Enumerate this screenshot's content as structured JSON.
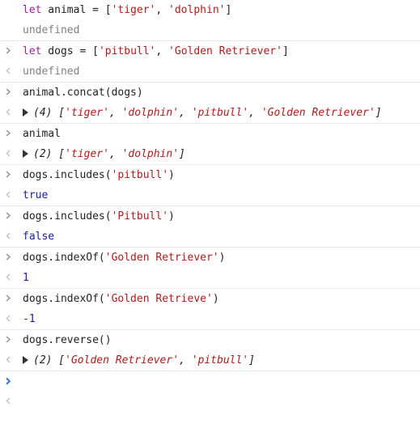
{
  "colors": {
    "keyword": "#a1209a",
    "string": "#b01a1a",
    "undefined": "#808080",
    "boolean_number": "#1a1aa6",
    "prompt_active": "#1a73e8",
    "gutter": "#8a8a8a"
  },
  "icons": {
    "input": "chevron-right-icon",
    "output": "chevron-left-icon",
    "expand": "triangle-right-icon"
  },
  "entries": [
    {
      "input": {
        "kw": "let",
        "code1": " animal = [",
        "s1": "'tiger'",
        "sep": ", ",
        "s2": "'dolphin'",
        "code2": "]"
      },
      "output": "undefined"
    },
    {
      "input": {
        "kw": "let",
        "code1": " dogs = [",
        "s1": "'pitbull'",
        "sep": ", ",
        "s2": "'Golden Retriever'",
        "code2": "]"
      },
      "output": "undefined"
    },
    {
      "input": "animal.concat(dogs)",
      "output": {
        "count": "(4)",
        "open": " [",
        "items": [
          "'tiger'",
          "'dolphin'",
          "'pitbull'",
          "'Golden Retriever'"
        ],
        "close": "]"
      }
    },
    {
      "input": "animal",
      "output": {
        "count": "(2)",
        "open": " [",
        "items": [
          "'tiger'",
          "'dolphin'"
        ],
        "close": "]"
      }
    },
    {
      "input": {
        "code1": "dogs.includes(",
        "s1": "'pitbull'",
        "code2": ")"
      },
      "output": "true"
    },
    {
      "input": {
        "code1": "dogs.includes(",
        "s1": "'Pitbull'",
        "code2": ")"
      },
      "output": "false"
    },
    {
      "input": {
        "code1": "dogs.indexOf(",
        "s1": "'Golden Retriever'",
        "code2": ")"
      },
      "output": "1"
    },
    {
      "input": {
        "code1": "dogs.indexOf(",
        "s1": "'Golden Retrieve'",
        "code2": ")"
      },
      "output": "-1"
    },
    {
      "input": "dogs.reverse()",
      "output": {
        "count": "(2)",
        "open": " [",
        "items": [
          "'Golden Retriever'",
          "'pitbull'"
        ],
        "close": "]"
      }
    }
  ],
  "separator": ", "
}
